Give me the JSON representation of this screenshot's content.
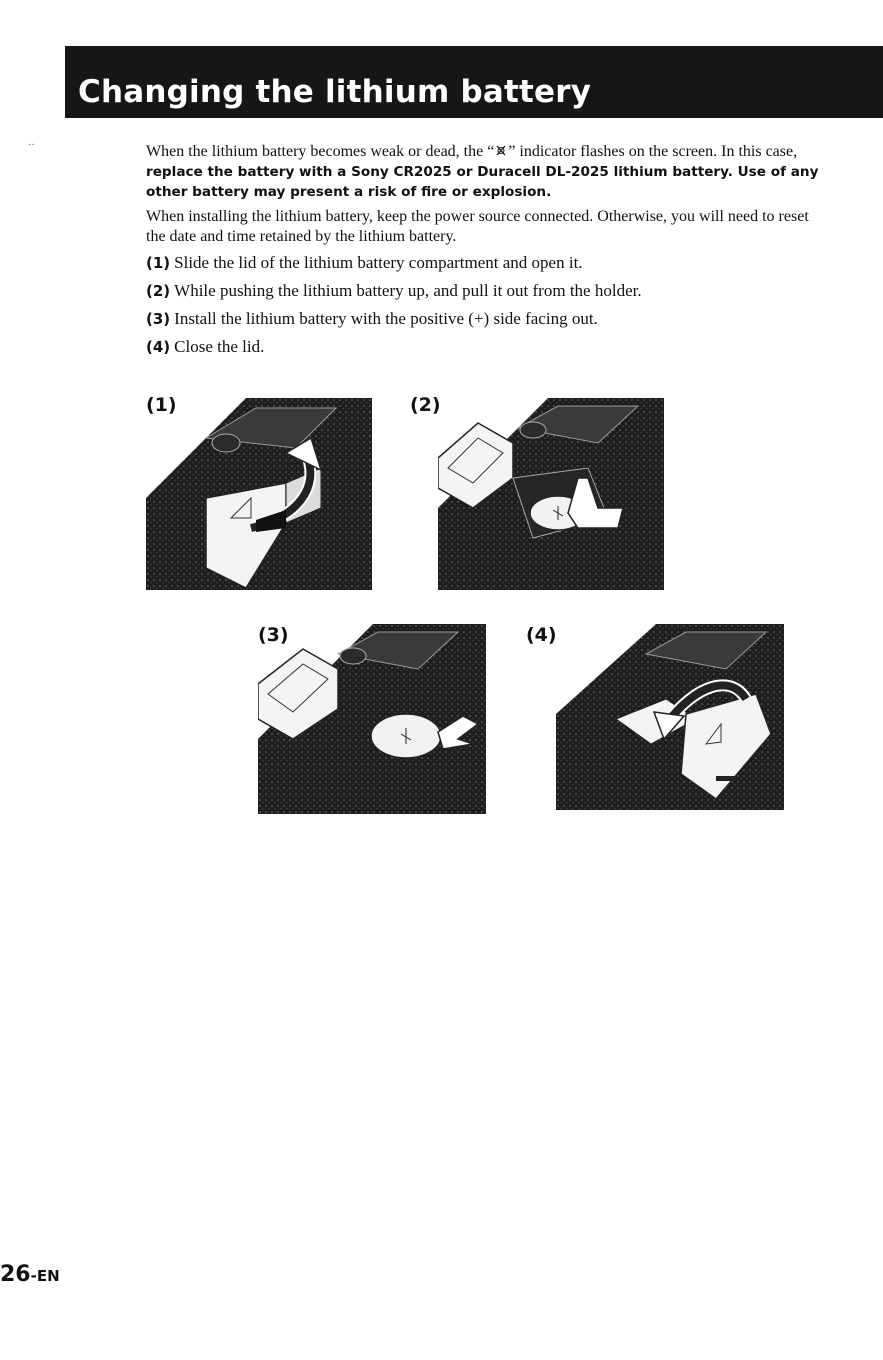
{
  "header": {
    "title": "Changing the lithium battery"
  },
  "intro": {
    "p1_start": "When the lithium battery becomes weak or dead, the “",
    "p1_icon_name": "lithium-battery-indicator-icon",
    "p1_mid": "” indicator flashes on the screen. In this case, ",
    "p1_bold": "replace the battery with a Sony CR2025 or Duracell DL-2025 lithium battery. Use of any other battery may present a risk of fire or explosion.",
    "p2": "When installing the lithium battery, keep the power source connected. Otherwise, you will need to reset the date and time retained by the lithium battery."
  },
  "steps": [
    {
      "num": "(1)",
      "text": "Slide the lid of the lithium battery compartment and open it."
    },
    {
      "num": "(2)",
      "text": "While pushing the lithium battery up, and pull it out from the holder."
    },
    {
      "num": "(3)",
      "text": "Install the lithium battery with the positive (+) side facing out."
    },
    {
      "num": "(4)",
      "text": "Close the lid."
    }
  ],
  "figures": [
    {
      "label": "(1)"
    },
    {
      "label": "(2)"
    },
    {
      "label": "(3)"
    },
    {
      "label": "(4)"
    }
  ],
  "footer": {
    "page_number": "26",
    "page_suffix": "-EN"
  }
}
